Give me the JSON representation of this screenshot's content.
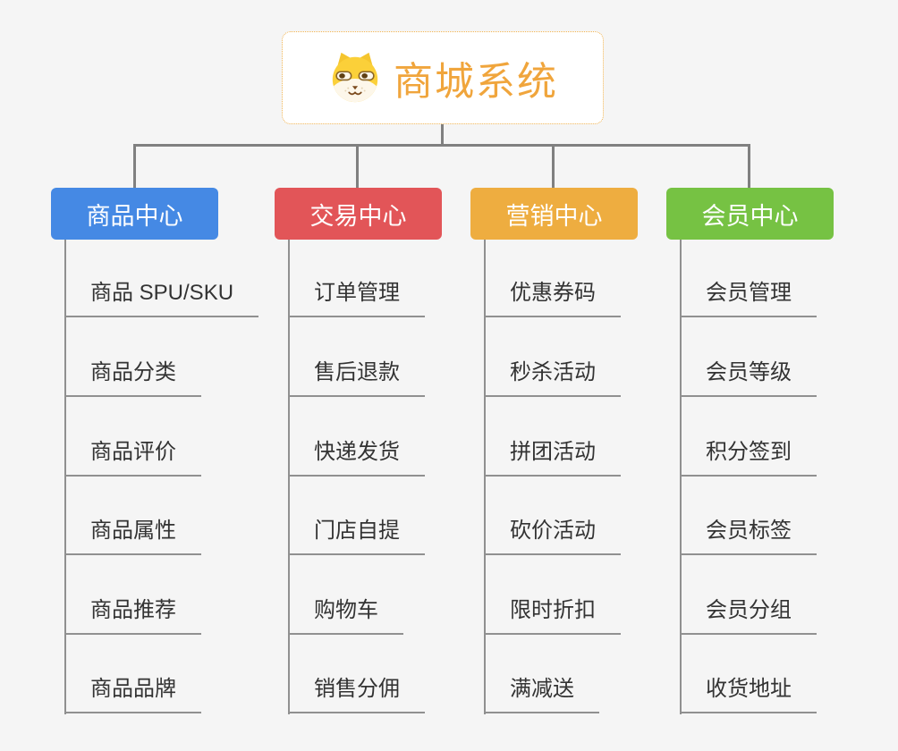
{
  "canvas": {
    "background_color": "#f5f5f5",
    "connector_color": "#808080",
    "leaf_line_color": "#909090"
  },
  "root": {
    "title": "商城系统",
    "icon": "dog-face-icon",
    "text_color": "#f0a53c",
    "border_color": "#f0b24f",
    "background_color": "#ffffff"
  },
  "branches": [
    {
      "label": "商品中心",
      "color": "#4589e4",
      "items": [
        "商品 SPU/SKU",
        "商品分类",
        "商品评价",
        "商品属性",
        "商品推荐",
        "商品品牌"
      ]
    },
    {
      "label": "交易中心",
      "color": "#e25558",
      "items": [
        "订单管理",
        "售后退款",
        "快递发货",
        "门店自提",
        "购物车",
        "销售分佣"
      ]
    },
    {
      "label": "营销中心",
      "color": "#eead40",
      "items": [
        "优惠券码",
        "秒杀活动",
        "拼团活动",
        "砍价活动",
        "限时折扣",
        "满减送"
      ]
    },
    {
      "label": "会员中心",
      "color": "#76c243",
      "items": [
        "会员管理",
        "会员等级",
        "积分签到",
        "会员标签",
        "会员分组",
        "收货地址"
      ]
    }
  ]
}
